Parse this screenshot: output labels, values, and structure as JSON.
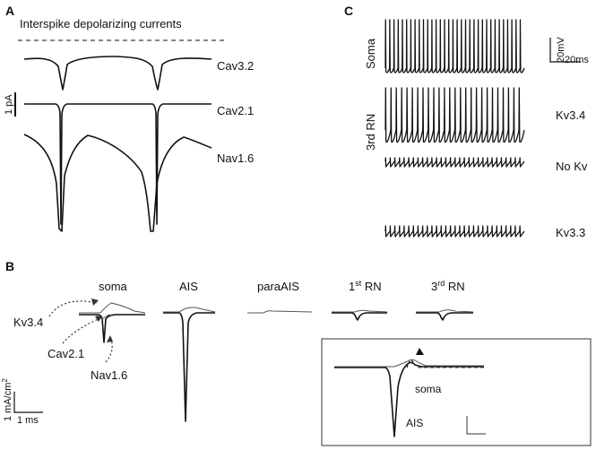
{
  "panel_a": {
    "letter": "A",
    "title": "Interspike depolarizing currents",
    "traces": [
      "Cav3.2",
      "Cav2.1",
      "Nav1.6"
    ],
    "scale_label": "1 pA"
  },
  "panel_b": {
    "letter": "B",
    "sites": {
      "soma": "soma",
      "ais": "AIS",
      "para_ais": "paraAIS",
      "rn1_num": "1",
      "rn1_sup": "st",
      "rn1_tail": " RN",
      "rn3_num": "3",
      "rn3_sup": "rd",
      "rn3_tail": " RN"
    },
    "annotations": [
      "Kv3.4",
      "Cav2.1",
      "Nav1.6"
    ],
    "scale_y_main": "1 mA/cm",
    "scale_y_sup": "2",
    "scale_x": "1 ms",
    "inset": {
      "soma_label": "soma",
      "ais_label": "AIS"
    }
  },
  "panel_c": {
    "letter": "C",
    "soma_label": "Soma",
    "rn_label": "3rd RN",
    "traces": [
      "Kv3.4",
      "No Kv",
      "Kv3.3"
    ],
    "scale_y": "20mV",
    "scale_x": "20ms"
  }
}
